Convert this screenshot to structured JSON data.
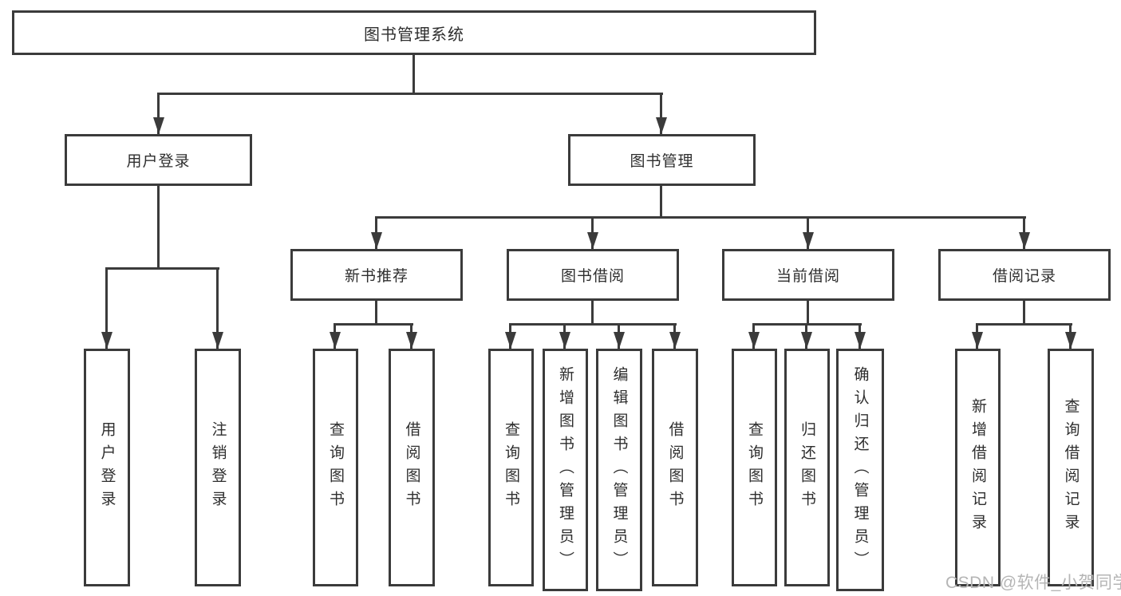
{
  "diagram": {
    "title": "图书管理系统",
    "type": "functional-structure-tree",
    "watermark": "CSDN @软件_小贺同学",
    "colors": {
      "background": "#ffffff",
      "line": "#3b3b3b",
      "box_border": "#3b3b3b",
      "text": "#2e2e2e",
      "watermark_text": "#b5b5b5"
    }
  },
  "nodes": {
    "root": {
      "label": "图书管理系统"
    },
    "user_login": {
      "label": "用户登录"
    },
    "book_management": {
      "label": "图书管理"
    },
    "new_book_recommend": {
      "label": "新书推荐"
    },
    "book_borrowing": {
      "label": "图书借阅"
    },
    "current_borrowing": {
      "label": "当前借阅"
    },
    "borrow_records": {
      "label": "借阅记录"
    },
    "ul_login": {
      "label": "用户登录"
    },
    "ul_logout": {
      "label": "注销登录"
    },
    "nr_query_books": {
      "label": "查询图书"
    },
    "nr_borrow_books": {
      "label": "借阅图书"
    },
    "bb_query_books": {
      "label": "查询图书"
    },
    "bb_add_books": {
      "label": "新增图书（管理员）"
    },
    "bb_edit_books": {
      "label": "编辑图书（管理员）"
    },
    "bb_borrow_books": {
      "label": "借阅图书"
    },
    "cb_query_books": {
      "label": "查询图书"
    },
    "cb_return_books": {
      "label": "归还图书"
    },
    "cb_confirm_return": {
      "label": "确认归还（管理员）"
    },
    "br_add_record": {
      "label": "新增借阅记录"
    },
    "br_query_record": {
      "label": "查询借阅记录"
    }
  },
  "hierarchy": {
    "label": "图书管理系统",
    "children": [
      {
        "label": "用户登录",
        "children": [
          "用户登录",
          "注销登录"
        ]
      },
      {
        "label": "图书管理",
        "children": [
          {
            "label": "新书推荐",
            "children": [
              "查询图书",
              "借阅图书"
            ]
          },
          {
            "label": "图书借阅",
            "children": [
              "查询图书",
              "新增图书（管理员）",
              "编辑图书（管理员）",
              "借阅图书"
            ]
          },
          {
            "label": "当前借阅",
            "children": [
              "查询图书",
              "归还图书",
              "确认归还（管理员）"
            ]
          },
          {
            "label": "借阅记录",
            "children": [
              "新增借阅记录",
              "查询借阅记录"
            ]
          }
        ]
      }
    ]
  }
}
